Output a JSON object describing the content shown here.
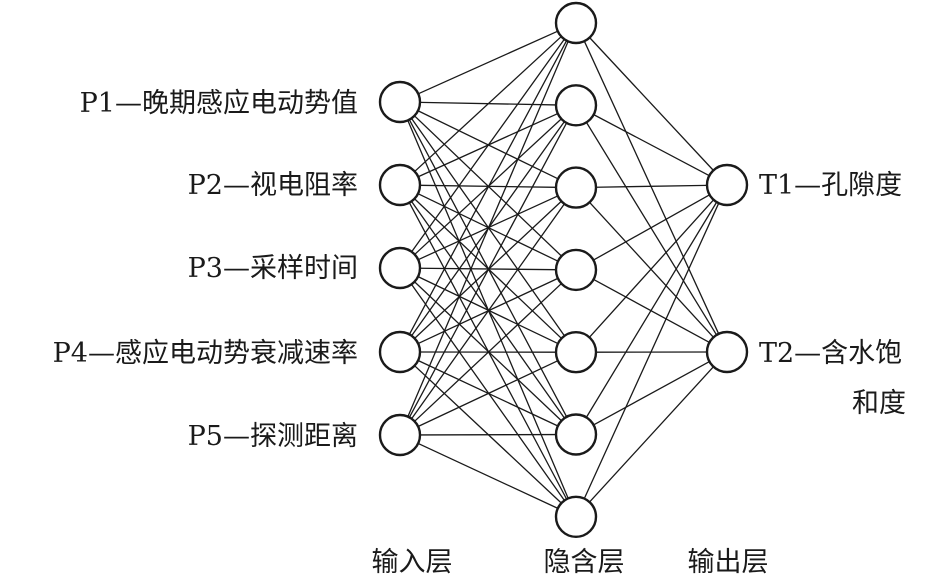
{
  "inputs": [
    {
      "label": "P1—晚期感应电动势值"
    },
    {
      "label": "P2—视电阻率"
    },
    {
      "label": "P3—采样时间"
    },
    {
      "label": "P4—感应电动势衰减速率"
    },
    {
      "label": "P5—探测距离"
    }
  ],
  "outputs": [
    {
      "label": "T1—孔隙度",
      "label_line2": ""
    },
    {
      "label": "T2—含水饱",
      "label_line2": "和度"
    }
  ],
  "hidden_node_count": 7,
  "layers": {
    "input": "输入层",
    "hidden": "隐含层",
    "output": "输出层"
  },
  "colors": {
    "stroke": "#1a1a1a",
    "background": "#ffffff"
  }
}
